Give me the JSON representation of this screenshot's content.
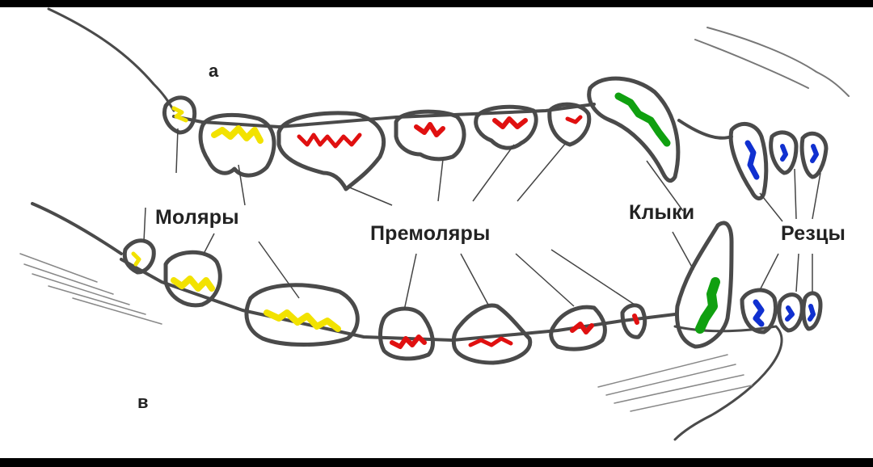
{
  "labels": {
    "upper_jaw": "а",
    "lower_jaw": "в",
    "molars": "Моляры",
    "premolars": "Премоляры",
    "canines": "Клыки",
    "incisors": "Резцы"
  },
  "colors": {
    "molars": "#f2e200",
    "premolars": "#e01010",
    "canines": "#10a010",
    "incisors": "#1030d0",
    "outline": "#4a4a4a",
    "gum": "#7a7a7a",
    "frame": "#000000"
  }
}
